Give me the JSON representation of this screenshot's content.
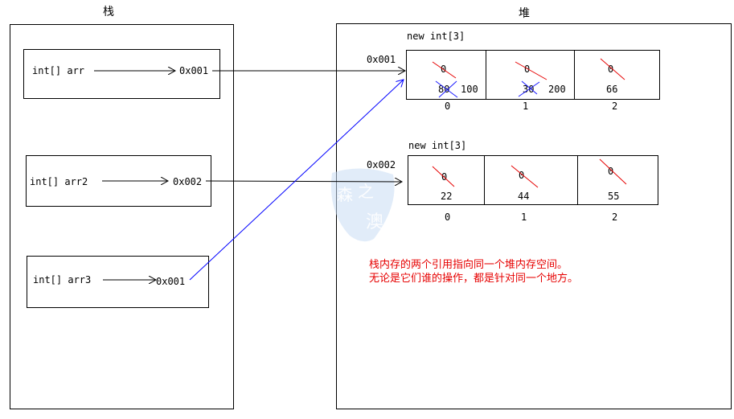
{
  "stack": {
    "title": "栈"
  },
  "heap": {
    "title": "堆"
  },
  "vars": [
    {
      "decl": "int[] arr",
      "ref": "0x001"
    },
    {
      "decl": "int[] arr2",
      "ref": "0x002"
    },
    {
      "decl": "int[] arr3",
      "ref": "0x001"
    }
  ],
  "arrays": [
    {
      "label": "new int[3]",
      "address": "0x001",
      "cells": [
        {
          "old": "0",
          "values": [
            "80",
            "100"
          ]
        },
        {
          "old": "0",
          "values": [
            "30",
            "200"
          ]
        },
        {
          "old": "0",
          "values": [
            "66"
          ]
        }
      ],
      "indices": [
        "0",
        "1",
        "2"
      ]
    },
    {
      "label": "new int[3]",
      "address": "0x002",
      "cells": [
        {
          "old": "0",
          "values": [
            "22"
          ]
        },
        {
          "old": "0",
          "values": [
            "44"
          ]
        },
        {
          "old": "0",
          "values": [
            "55"
          ]
        }
      ],
      "indices": [
        "0",
        "1",
        "2"
      ]
    }
  ],
  "note": {
    "line1": "栈内存的两个引用指向同一个堆内存空间。",
    "line2": "无论是它们谁的操作，都是针对同一个地方。"
  },
  "colors": {
    "note": "#e60000",
    "strike_red": "#e60000",
    "strike_blue": "#1a1aff",
    "arrow_blue": "#0000ff"
  },
  "watermark": "森之澳"
}
